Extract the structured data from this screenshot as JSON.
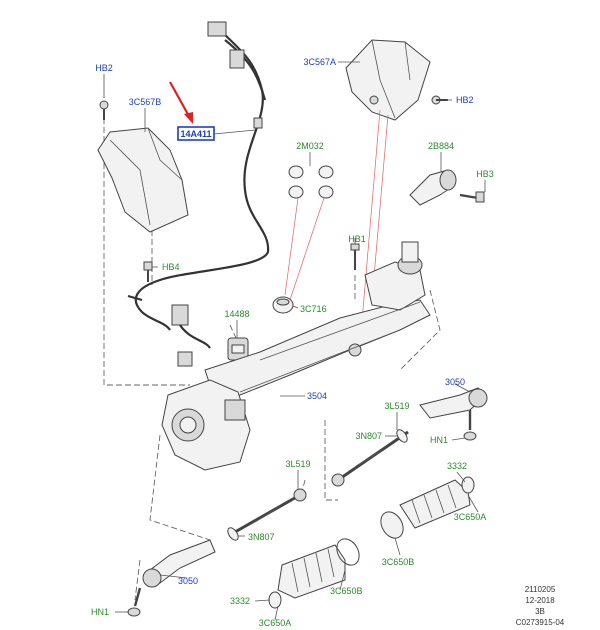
{
  "callouts": {
    "hb2_top_left": "HB2",
    "c3_567b": "3C567B",
    "a14_411": "14A411",
    "c3_567a": "3C567A",
    "hb2_right": "HB2",
    "m2_032": "2M032",
    "b2_884": "2B884",
    "hb3": "HB3",
    "hb4": "HB4",
    "hb1": "HB1",
    "c3_716": "3C716",
    "p14488": "14488",
    "p3504": "3504",
    "p3050_right": "3050",
    "l3_519_right": "3L519",
    "n3_807_right": "3N807",
    "hn1_right": "HN1",
    "p3332_right": "3332",
    "c3_650a_right": "3C650A",
    "c3_650b_right": "3C650B",
    "l3_519_left": "3L519",
    "n3_807_left": "3N807",
    "p3050_left": "3050",
    "hn1_left": "HN1",
    "p3332_left": "3332",
    "c3_650b_left": "3C650B",
    "c3_650a_left": "3C650A"
  },
  "stamp": {
    "line1": "2110205",
    "line2": "12-2018",
    "line3": "3B",
    "line4": "C0273915-04"
  },
  "colors": {
    "label_blue": "#1f3fbf",
    "label_green": "#2c8a2c",
    "highlight_box": "#1f3fbf",
    "arrow_red": "#e02020"
  }
}
